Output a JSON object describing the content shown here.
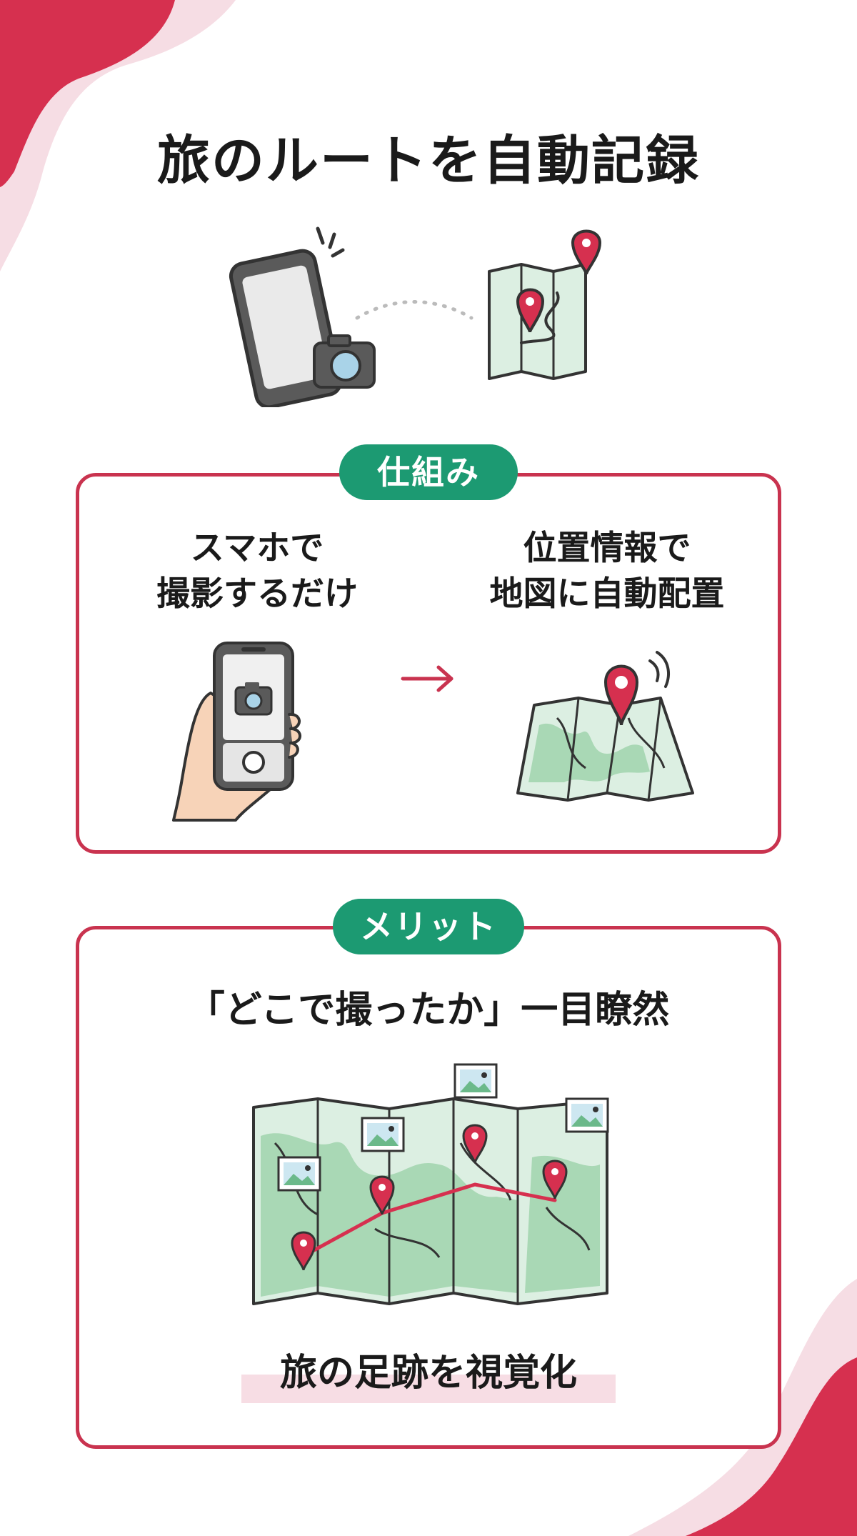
{
  "page": {
    "title": "旅のルートを自動記録"
  },
  "how_it_works": {
    "badge": "仕組み",
    "step_left": {
      "line1": "スマホで",
      "line2": "撮影するだけ"
    },
    "step_right": {
      "line1": "位置情報で",
      "line2": "地図に自動配置"
    }
  },
  "merit": {
    "badge": "メリット",
    "headline": "「どこで撮ったか」一目瞭然",
    "footer": "旅の足跡を視覚化"
  },
  "colors": {
    "accent_red": "#c9334f",
    "accent_green": "#1c9a72",
    "map_green": "#a9d8b5",
    "map_light": "#dcefe2",
    "highlight_pink": "#f7dde4"
  },
  "icons": [
    "smartphone-icon",
    "camera-icon",
    "map-icon",
    "location-pin-icon",
    "hand-phone-icon",
    "arrow-right-icon",
    "photo-icon"
  ]
}
